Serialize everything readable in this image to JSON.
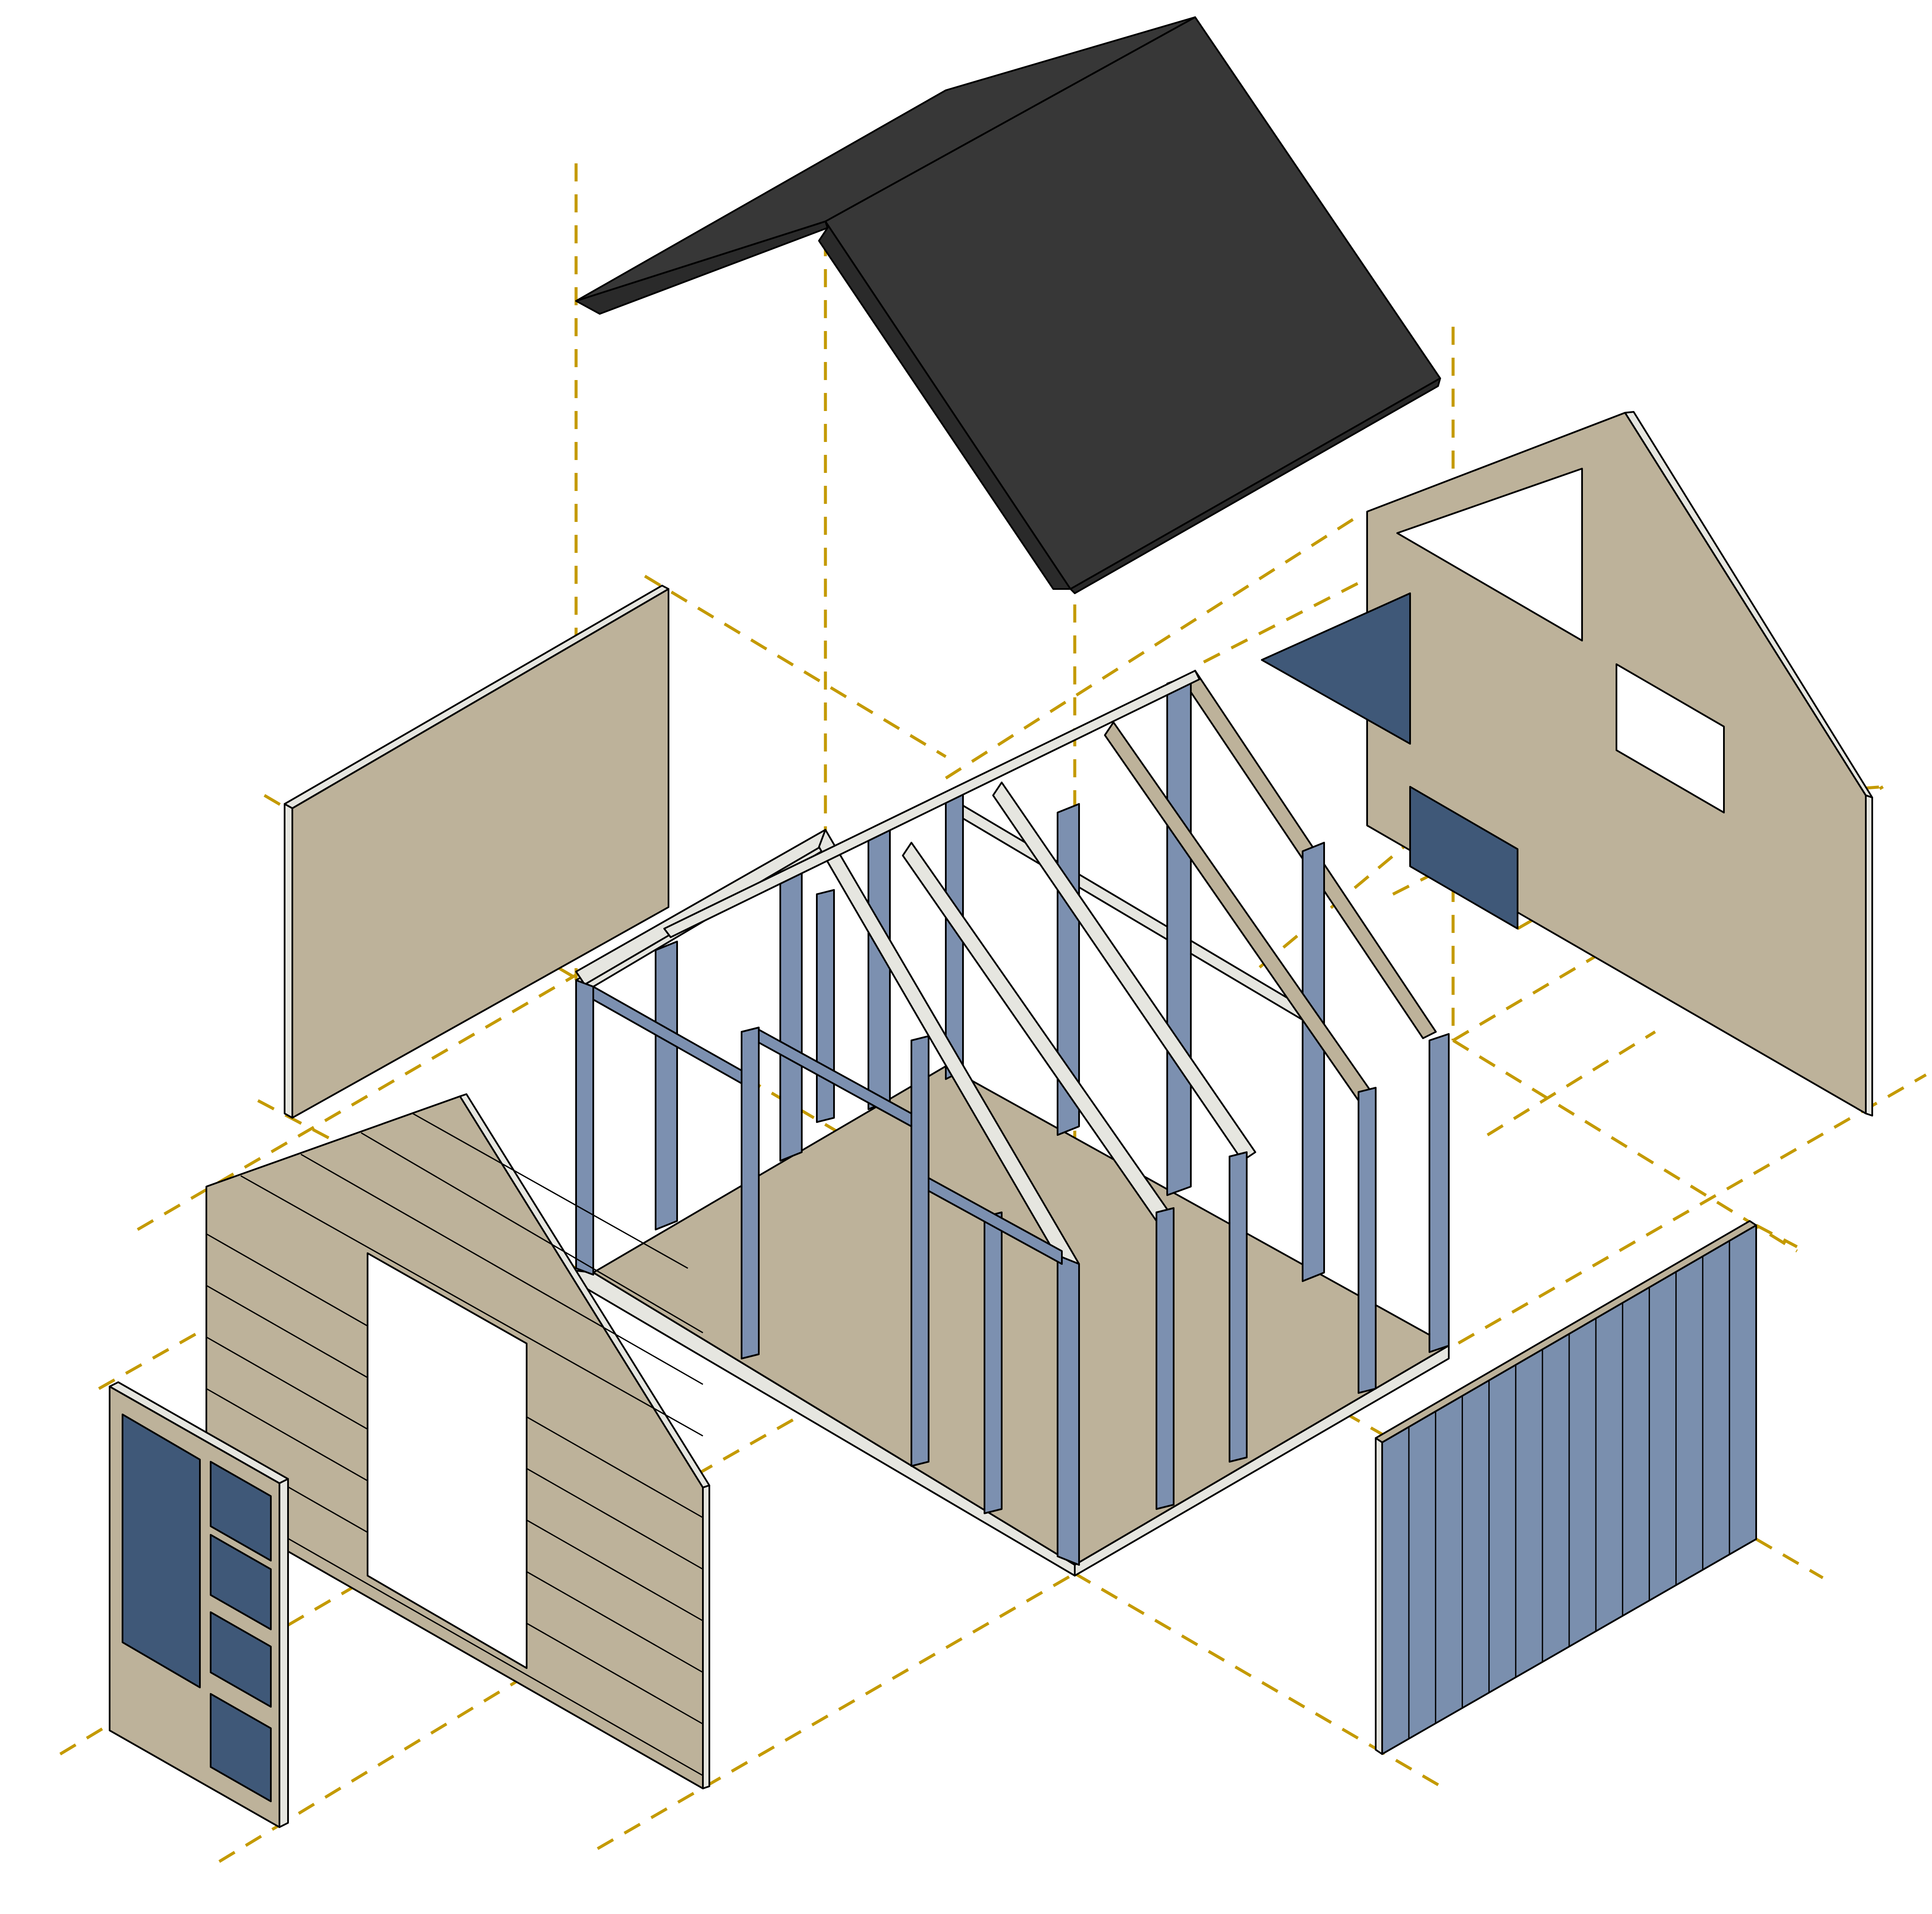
{
  "diagram": {
    "kind": "exploded isometric view of a timber-framed shed",
    "components": [
      "roof-panel",
      "left-side-wall-panel",
      "front-gable-wall-clad",
      "door",
      "timber-frame",
      "floor-platform",
      "rear-gable-wall",
      "rear-window-glass",
      "rear-vent-panel",
      "right-side-wall-clad"
    ],
    "colors": {
      "guide_lines": "#c49a00",
      "roof": "#373737",
      "panel_beige": "#bdb29a",
      "timber_light": "#e6e6e0",
      "stud_blue": "#7c90b0",
      "glass_blue": "#3f5878",
      "cladding_blue": "#7a8fae",
      "outline": "#000000"
    }
  }
}
